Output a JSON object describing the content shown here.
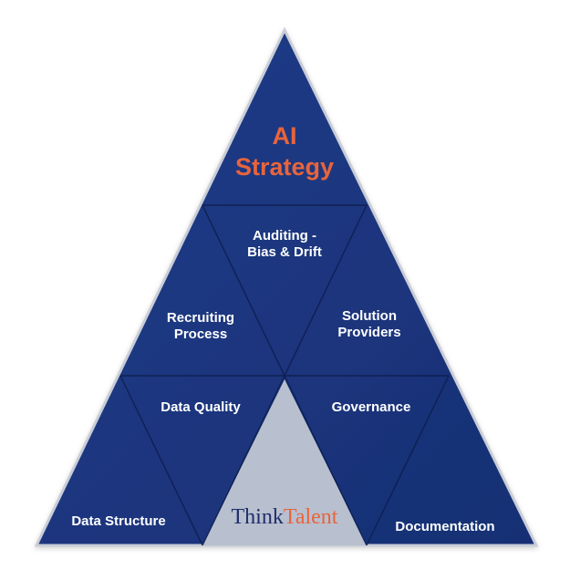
{
  "diagram": {
    "top": {
      "line1": "AI",
      "line2": "Strategy"
    },
    "auditing": {
      "line1": "Auditing -",
      "line2": "Bias & Drift"
    },
    "recruiting": {
      "line1": "Recruiting",
      "line2": "Process"
    },
    "solution": {
      "line1": "Solution",
      "line2": "Providers"
    },
    "data_quality": "Data Quality",
    "governance": "Governance",
    "data_structure": "Data Structure",
    "documentation": "Documentation",
    "logo": {
      "part1": "Think",
      "part2": "Talent"
    }
  },
  "colors": {
    "navy": "#1b357e",
    "center": "#b8bfce",
    "lines": "#0c1d4c",
    "accent": "#e8643c",
    "logo_text": "#1f2d6b"
  }
}
